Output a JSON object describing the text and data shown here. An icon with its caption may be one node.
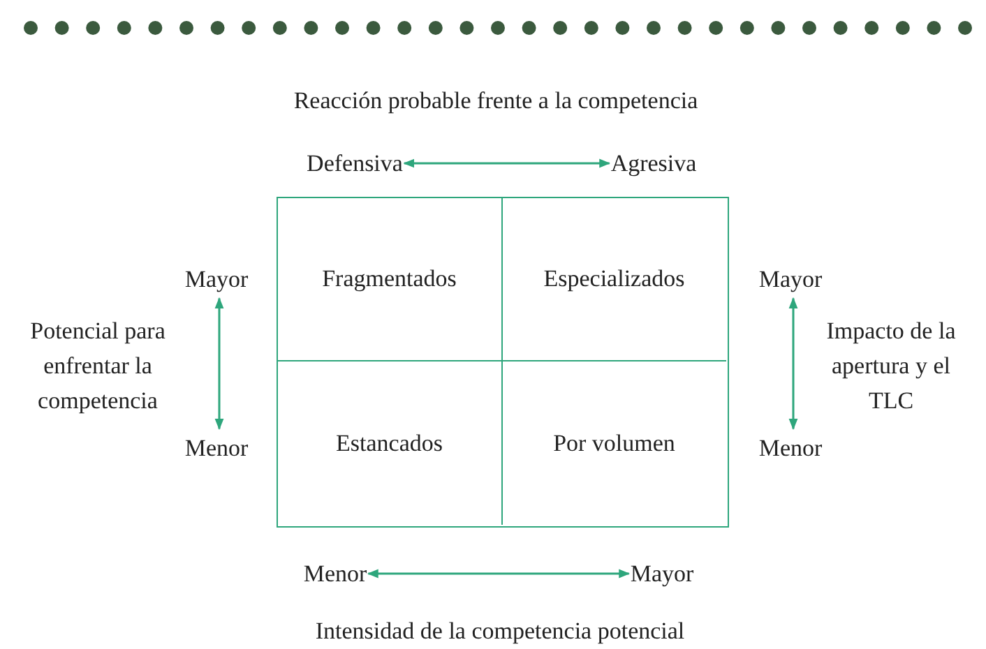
{
  "diagram": {
    "nodes": [
      {
        "text": [
          "Defensiva"
        ]
      },
      {
        "text": [
          "Agresiva"
        ]
      },
      {
        "text": [
          "Mayor"
        ]
      },
      {
        "text": [
          "Menor"
        ]
      },
      {
        "text": [],
        "shape": "box"
      },
      {
        "text": [
          "Fragmentados"
        ],
        "in": 4
      },
      {
        "text": [
          "Especializados"
        ],
        "in": 4
      },
      {
        "text": [
          "Estancados"
        ],
        "in": 4
      },
      {
        "text": [
          "Por volumen"
        ],
        "in": 4
      },
      {
        "text": [
          "Mayor"
        ]
      },
      {
        "text": [
          "Menor"
        ]
      },
      {
        "text": [
          "Menor"
        ]
      },
      {
        "text": [
          "Mayor"
        ]
      }
    ],
    "edges": [
      {
        "from": 0,
        "to": 1,
        "arrow": "both"
      },
      {
        "from": 2,
        "to": 3,
        "arrow": "both"
      },
      {
        "from": 9,
        "to": 10,
        "arrow": "both"
      },
      {
        "from": 11,
        "to": 12,
        "arrow": "both"
      }
    ],
    "labels": [
      "Reacción probable frente a la competencia",
      "Potencial para enfrentar la competencia",
      "Impacto de la apertura y el TLC",
      "Intensidad de la competencia potencial"
    ]
  }
}
